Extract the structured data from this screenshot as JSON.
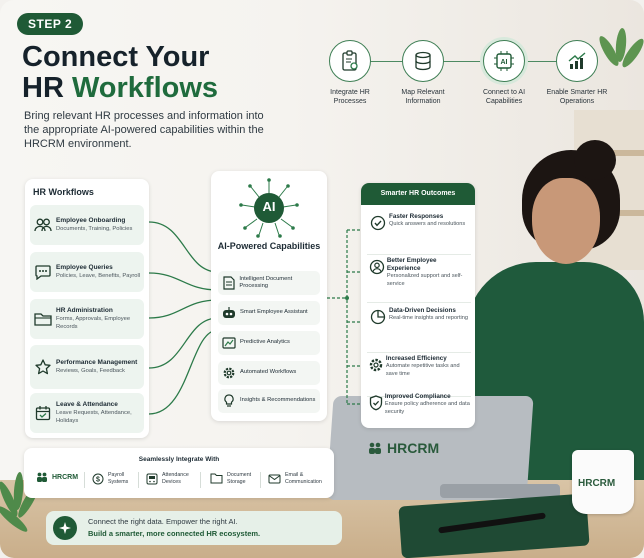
{
  "step_badge": "STEP 2",
  "title": {
    "line1": "Connect Your",
    "line2_prefix": "HR ",
    "line2_accent": "Workflows"
  },
  "subtitle": "Bring relevant HR processes and information into the appropriate AI-powered capabilities within the HRCRM environment.",
  "steps": [
    {
      "label": "Integrate HR Processes",
      "icon": "clipboard-gear-icon"
    },
    {
      "label": "Map Relevant Information",
      "icon": "database-icon"
    },
    {
      "label": "Connect to AI Capabilities",
      "icon": "ai-chip-icon"
    },
    {
      "label": "Enable Smarter HR Operations",
      "icon": "growth-chart-icon"
    }
  ],
  "hr_workflows": {
    "title": "HR Workflows",
    "items": [
      {
        "title": "Employee Onboarding",
        "desc": "Documents, Training, Policies",
        "icon": "people-icon"
      },
      {
        "title": "Employee Queries",
        "desc": "Policies, Leave, Benefits, Payroll",
        "icon": "chat-icon"
      },
      {
        "title": "HR Administration",
        "desc": "Forms, Approvals, Employee Records",
        "icon": "folder-icon"
      },
      {
        "title": "Performance Management",
        "desc": "Reviews, Goals, Feedback",
        "icon": "star-icon"
      },
      {
        "title": "Leave & Attendance",
        "desc": "Leave Requests, Attendance, Holidays",
        "icon": "calendar-icon"
      }
    ]
  },
  "ai_capabilities": {
    "badge": "AI",
    "title": "AI-Powered Capabilities",
    "items": [
      {
        "label": "Intelligent Document Processing",
        "icon": "document-icon"
      },
      {
        "label": "Smart Employee Assistant",
        "icon": "robot-icon"
      },
      {
        "label": "Predictive Analytics",
        "icon": "analytics-icon"
      },
      {
        "label": "Automated Workflows",
        "icon": "gear-icon"
      },
      {
        "label": "Insights & Recommendations",
        "icon": "lightbulb-icon"
      }
    ]
  },
  "outcomes": {
    "title": "Smarter HR Outcomes",
    "items": [
      {
        "title": "Faster Responses",
        "desc": "Quick answers and resolutions",
        "icon": "check-circle-icon"
      },
      {
        "title": "Better Employee Experience",
        "desc": "Personalized support and self-service",
        "icon": "user-circle-icon"
      },
      {
        "title": "Data-Driven Decisions",
        "desc": "Real-time insights and reporting",
        "icon": "pie-chart-icon"
      },
      {
        "title": "Increased Efficiency",
        "desc": "Automate repetitive tasks and save time",
        "icon": "gear-icon"
      },
      {
        "title": "Improved Compliance",
        "desc": "Ensure policy adherence and data security",
        "icon": "shield-check-icon"
      }
    ]
  },
  "integrate": {
    "title": "Seamlessly Integrate With",
    "items": [
      {
        "label": "HRCRM",
        "icon": "hrcrm-logo-icon"
      },
      {
        "label": "Payroll Systems",
        "icon": "dollar-icon"
      },
      {
        "label": "Attendance Devices",
        "icon": "device-icon"
      },
      {
        "label": "Document Storage",
        "icon": "folder-icon"
      },
      {
        "label": "Email & Communication",
        "icon": "mail-icon"
      }
    ]
  },
  "banner": {
    "line1": "Connect the right data. Empower the right AI.",
    "line2": "Build a smarter, more connected HR ecosystem."
  },
  "scene": {
    "laptop_logo": "HRCRM",
    "mug_logo": "HRCRM"
  },
  "colors": {
    "brand_green": "#1f5a36",
    "accent_green": "#1f6b3d",
    "light_green": "#edf4ef"
  }
}
